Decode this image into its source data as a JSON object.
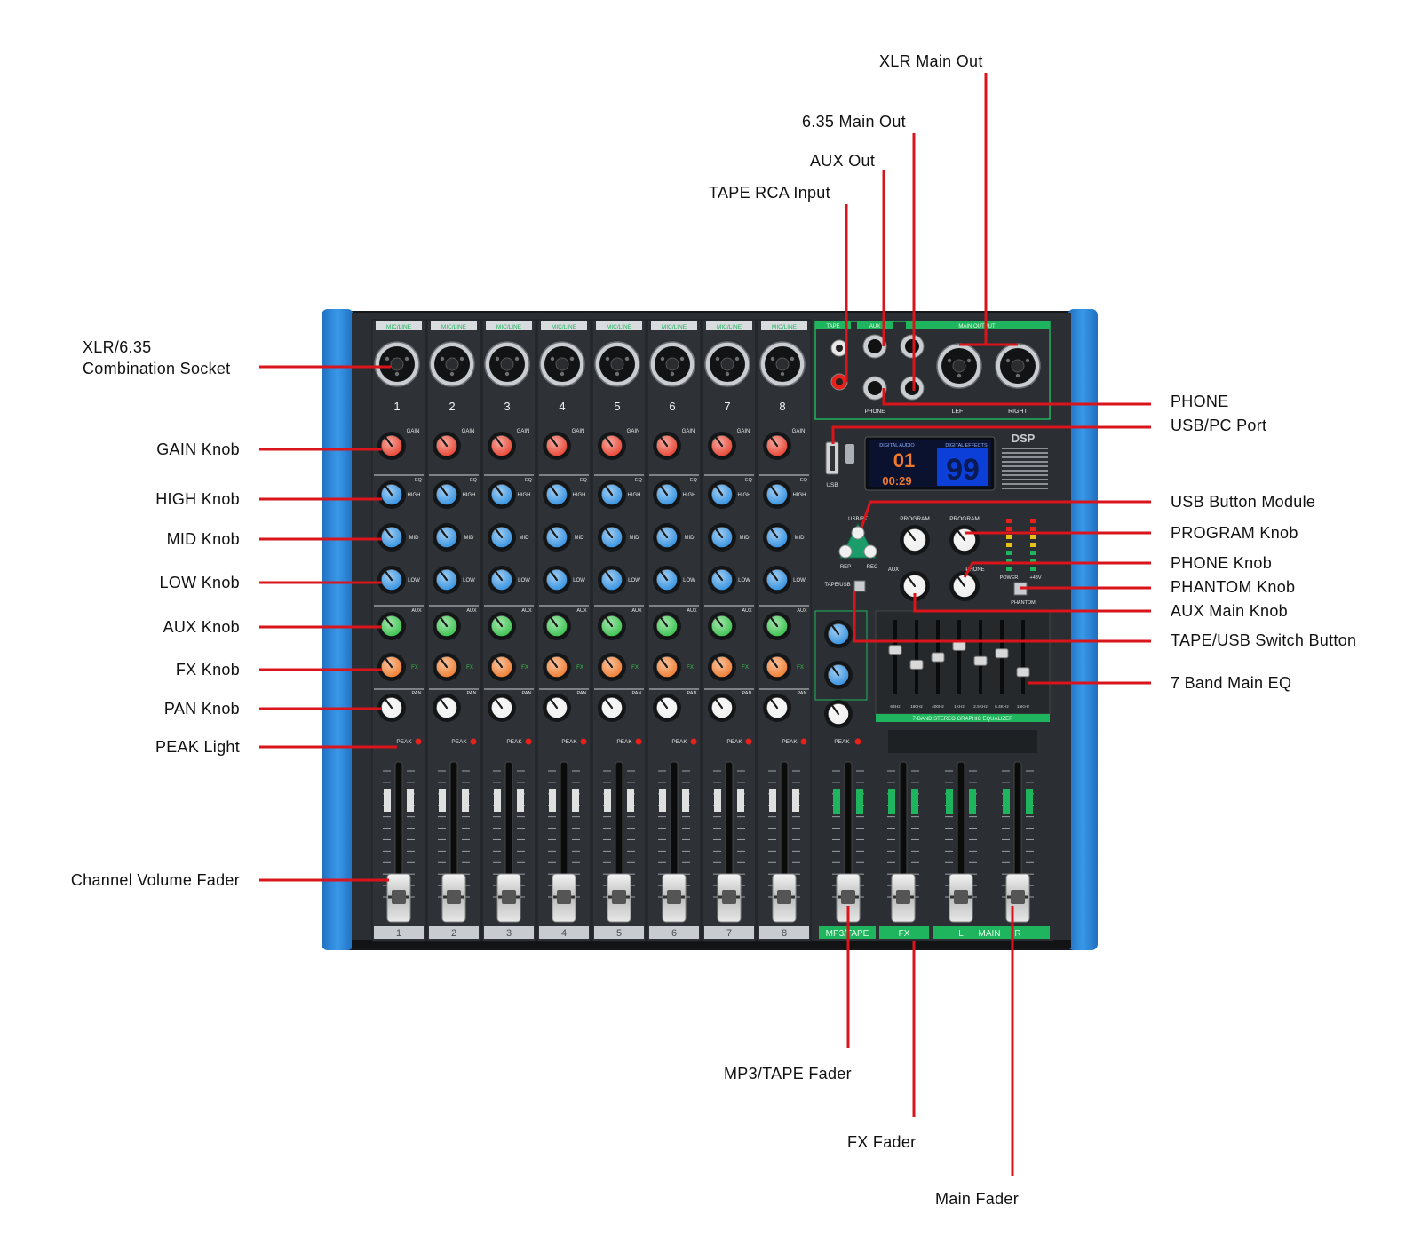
{
  "callouts": {
    "xlr_main_out": "XLR  Main Out",
    "main_out_635": "6.35  Main Out",
    "aux_out": "AUX Out",
    "tape_rca_input": "TAPE RCA  Input",
    "combo_socket_line1": "XLR/6.35",
    "combo_socket_line2": "Combination Socket",
    "gain_knob": "GAIN Knob",
    "high_knob": "HIGH  Knob",
    "mid_knob": "MID Knob",
    "low_knob": "LOW Knob",
    "aux_knob": "AUX  Knob",
    "fx_knob": "FX  Knob",
    "pan_knob": "PAN Knob",
    "peak_light": "PEAK Light",
    "channel_volume_fader": "Channel Volume Fader",
    "phone": "PHONE",
    "usb_pc_port": "USB/PC Port",
    "usb_button_module": "USB Button Module",
    "program_knob": "PROGRAM Knob",
    "phone_knob": "PHONE Knob",
    "phantom_knob": "PHANTOM Knob",
    "aux_main_knob": "AUX Main Knob",
    "tape_usb_switch": "TAPE/USB Switch Button",
    "band_main_eq": "7 Band Main EQ",
    "mp3_tape_fader": "MP3/TAPE Fader",
    "fx_fader": "FX Fader",
    "main_fader": "Main Fader"
  },
  "mixer": {
    "channel_header": "MIC/LINE",
    "channels": [
      "1",
      "2",
      "3",
      "4",
      "5",
      "6",
      "7",
      "8"
    ],
    "gain_label": "GAIN",
    "eq_label": "EQ",
    "high_label": "HIGH",
    "mid_label": "MID",
    "low_label": "LOW",
    "aux_label": "AUX",
    "fx_label": "FX",
    "pan_label": "PAN",
    "peak_label": "PEAK",
    "tape_header": "TAPE",
    "aux_header": "AUX",
    "main_output_header": "MAIN OUTPUT",
    "phone_jack_label": "PHONE",
    "left_label": "LEFT",
    "right_label": "RIGHT",
    "usb_label": "USB",
    "digital_audio_label": "DIGITAL AUDIO",
    "digital_effects_label": "DIGITAL EFFECTS",
    "track_number": "01",
    "time_display": "00:29",
    "effect_number": "99",
    "dsp_logo": "DSP",
    "usb_bt_label": "USB/BT",
    "rep_label": "REP",
    "rec_label": "REC",
    "program_label": "PROGRAM",
    "aux_master_label": "AUX",
    "phone_master_label": "PHONE",
    "power_label": "POWER",
    "v48_label": "+48V",
    "phantom_label": "PHANTOM",
    "tape_usb_label": "TAPE/USB",
    "geq_title": "7-BAND STEREO GRAPHIC EQUALIZER",
    "geq_bands": [
      "63Hz",
      "160Hz",
      "400Hz",
      "1KHz",
      "2.5KHz",
      "6.4KHz",
      "15KHz"
    ],
    "strip_mp3_tape": "MP3/TAPE",
    "strip_fx": "FX",
    "strip_main_l": "L",
    "strip_main": "MAIN",
    "strip_main_r": "R"
  },
  "colors": {
    "leader_line": "#d9151b",
    "panel": "#2b2f33",
    "panel_dark": "#1b1d20",
    "side_cap": "#2f86d6",
    "green_accent": "#1fb45e",
    "gain_knob": "#e8402d",
    "eq_knob": "#2f8fe0",
    "aux_knob": "#35c24a",
    "fx_knob": "#f07a2b",
    "lcd": "#0b3fd8"
  }
}
